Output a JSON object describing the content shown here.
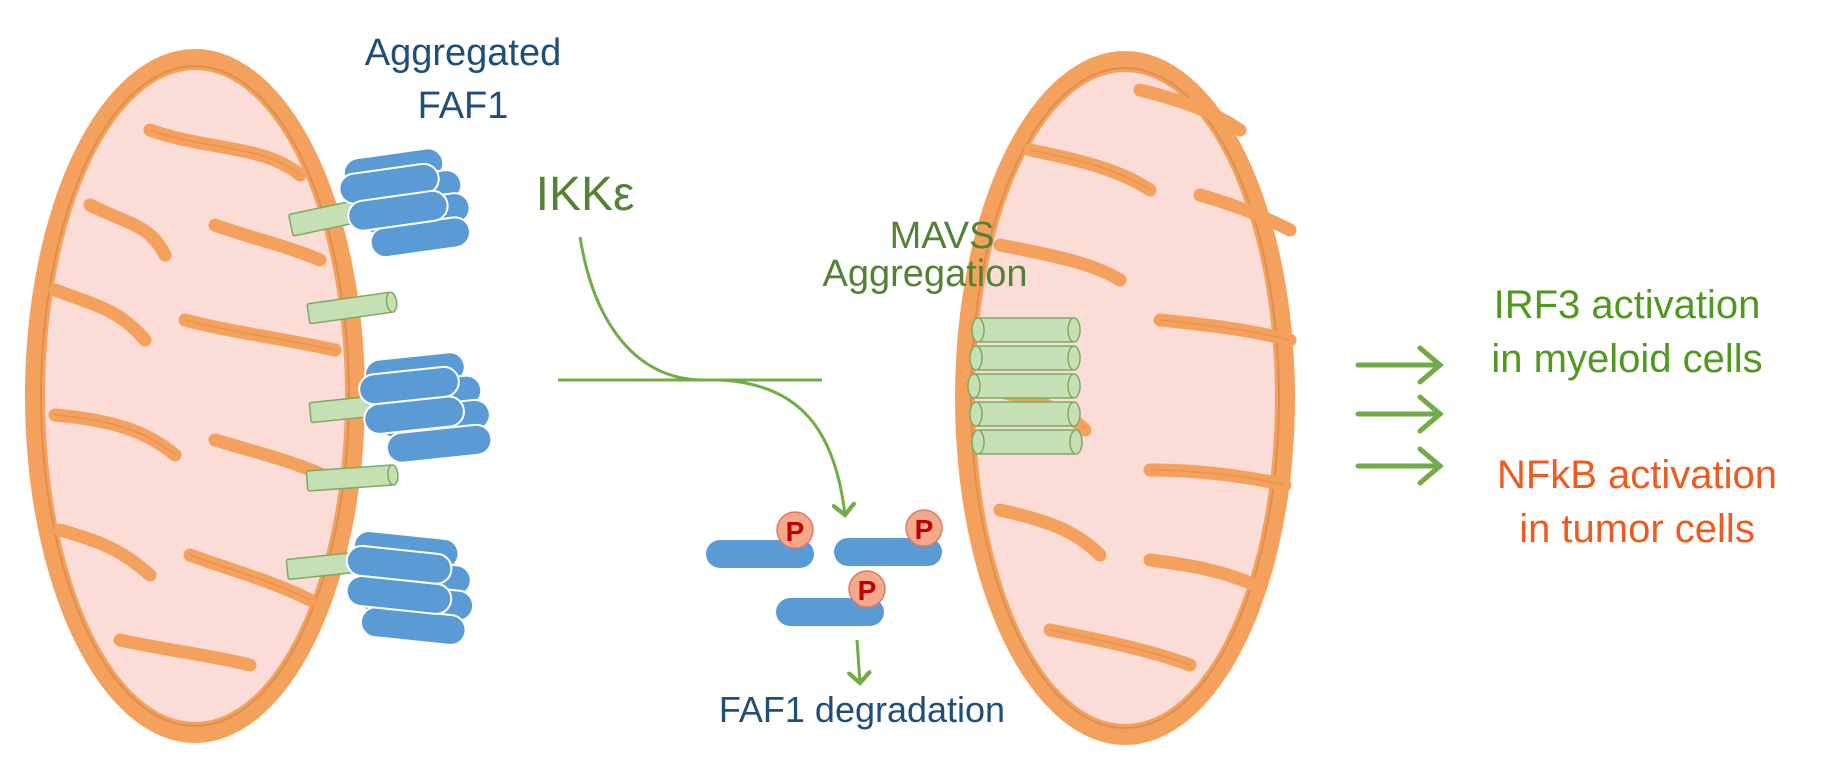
{
  "labels": {
    "aggregated_faf1_line1": "Aggregated",
    "aggregated_faf1_line2": "FAF1",
    "ikk_epsilon": "IKKε",
    "mavs_line1": "MAVS",
    "mavs_line2": "Aggregation",
    "faf1_degradation": "FAF1 degradation",
    "phospho_marker": "P",
    "irf3_line1": "IRF3 activation",
    "irf3_line2": "in myeloid cells",
    "nfkb_line1": "NFkB activation",
    "nfkb_line2": "in tumor cells"
  },
  "colors": {
    "mito_outer": "#f4a15d",
    "mito_matrix": "#fbdcd7",
    "faf1_blue": "#5b9bd5",
    "mavs_green": "#c5e0b4",
    "mavs_stroke": "#7faa60",
    "arrow_green": "#70ad47",
    "text_navy": "#1f4e79",
    "text_green": "#548235",
    "irf3_green": "#4e9a1e",
    "nfkb_orange": "#f05a1e",
    "phospho_fill": "#f4a98c",
    "phospho_text": "#c00000"
  }
}
